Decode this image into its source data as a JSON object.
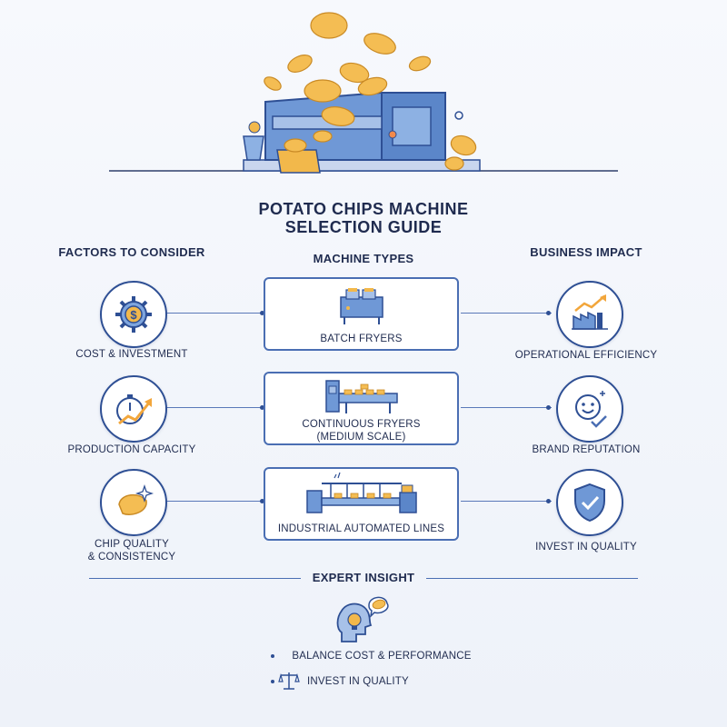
{
  "title": {
    "line1": "POTATO CHIPS MACHINE",
    "line2": "SELECTION GUIDE"
  },
  "columns": {
    "factors": "FACTORS TO CONSIDER",
    "machines": "MACHINE TYPES",
    "impact": "BUSINESS IMPACT"
  },
  "factors": [
    {
      "label": "COST & INVESTMENT",
      "icon": "dollar-gear-icon"
    },
    {
      "label": "PRODUCTION CAPACITY",
      "icon": "stopwatch-growth-icon"
    },
    {
      "label_line1": "CHIP QUALITY",
      "label_line2": "& CONSISTENCY",
      "icon": "potato-chip-sparkle-icon"
    }
  ],
  "machines": [
    {
      "label": "BATCH FRYERS",
      "icon": "batch-fryer-icon"
    },
    {
      "label_line1": "CONTINUOUS FRYERS",
      "label_line2": "(MEDIUM SCALE)",
      "icon": "conveyor-fryer-icon"
    },
    {
      "label": "INDUSTRIAL AUTOMATED LINES",
      "icon": "automated-line-icon"
    }
  ],
  "impacts": [
    {
      "label": "OPERATIONAL EFFICIENCY",
      "icon": "factory-growth-icon"
    },
    {
      "label": "BRAND REPUTATION",
      "icon": "smiley-check-icon"
    },
    {
      "label": "INVEST IN QUALITY",
      "icon": "shield-check-icon"
    }
  ],
  "insight": {
    "heading": "EXPERT INSIGHT",
    "icon": "head-lightbulb-icon",
    "bullets": [
      {
        "text": "BALANCE COST & PERFORMANCE"
      },
      {
        "text": "INVEST IN QUALITY",
        "icon": "scales-icon"
      }
    ]
  },
  "colors": {
    "navy": "#2e4f94",
    "accent_blue": "#4a6eb3",
    "chip_orange": "#f2b84b",
    "machine_blue": "#5b86c9"
  }
}
